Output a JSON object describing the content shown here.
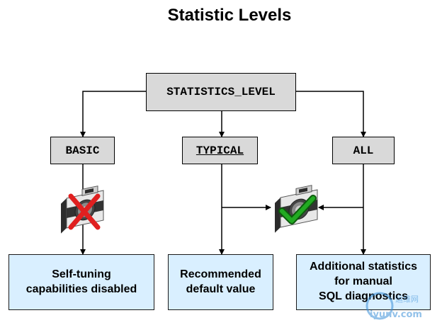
{
  "title": "Statistic Levels",
  "root": {
    "label": "STATISTICS_LEVEL"
  },
  "levels": [
    {
      "label": "BASIC",
      "underlined": false
    },
    {
      "label": "TYPICAL",
      "underlined": true
    },
    {
      "label": "ALL",
      "underlined": false
    }
  ],
  "descriptions": [
    {
      "lines": [
        "Self-tuning",
        "capabilities disabled"
      ]
    },
    {
      "lines": [
        "Recommended",
        "default value"
      ]
    },
    {
      "lines": [
        "Additional statistics",
        "for manual",
        "SQL diagnostics"
      ]
    }
  ],
  "icons": {
    "basic_camera": "camera-crossed-out-icon",
    "typical_all_camera": "camera-checkmark-icon"
  },
  "colors": {
    "gray_box": "#d9d9d9",
    "blue_box": "#d9efff",
    "cross": "#e02020",
    "check": "#22aa22"
  },
  "watermark": {
    "line1": "运维网",
    "line2": "iyunv.com"
  }
}
